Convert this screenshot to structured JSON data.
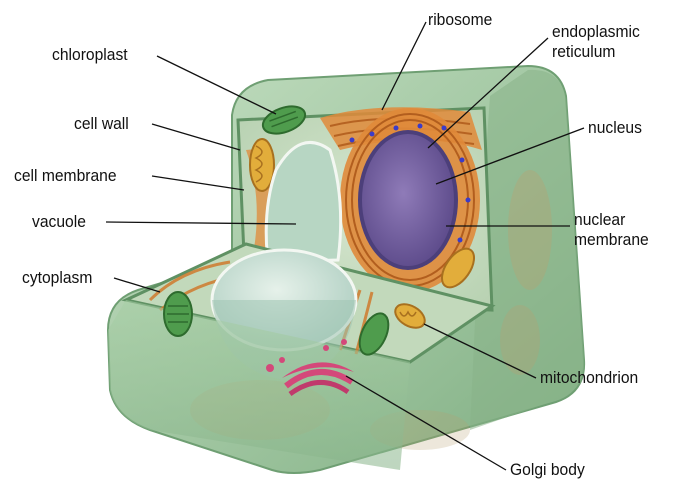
{
  "diagram": {
    "labels": {
      "chloroplast": "chloroplast",
      "cell_wall": "cell wall",
      "cell_membrane": "cell membrane",
      "vacuole": "vacuole",
      "cytoplasm": "cytoplasm",
      "ribosome": "ribosome",
      "endoplasmic_reticulum_line1": "endoplasmic",
      "endoplasmic_reticulum_line2": "reticulum",
      "nucleus": "nucleus",
      "nuclear_membrane_line1": "nuclear",
      "nuclear_membrane_line2": "membrane",
      "mitochondrion": "mitochondrion",
      "golgi_body": "Golgi body"
    },
    "colors": {
      "cell_wall_outer": "#a9ccaa",
      "cell_wall_dark": "#6f9f73",
      "cytoplasm_inner": "#bcd7b8",
      "vacuole": "#cfe3da",
      "vacuole_rim": "#f3f7f2",
      "nucleus": "#7f69a8",
      "nuclear_membrane": "#4c3f7a",
      "endoplasmic_reticulum": "#e08a3a",
      "chloroplast": "#4f9c4d",
      "mitochondrion": "#e2ad3b",
      "golgi_body": "#d4487a",
      "ribosome": "#b53a3a"
    }
  }
}
